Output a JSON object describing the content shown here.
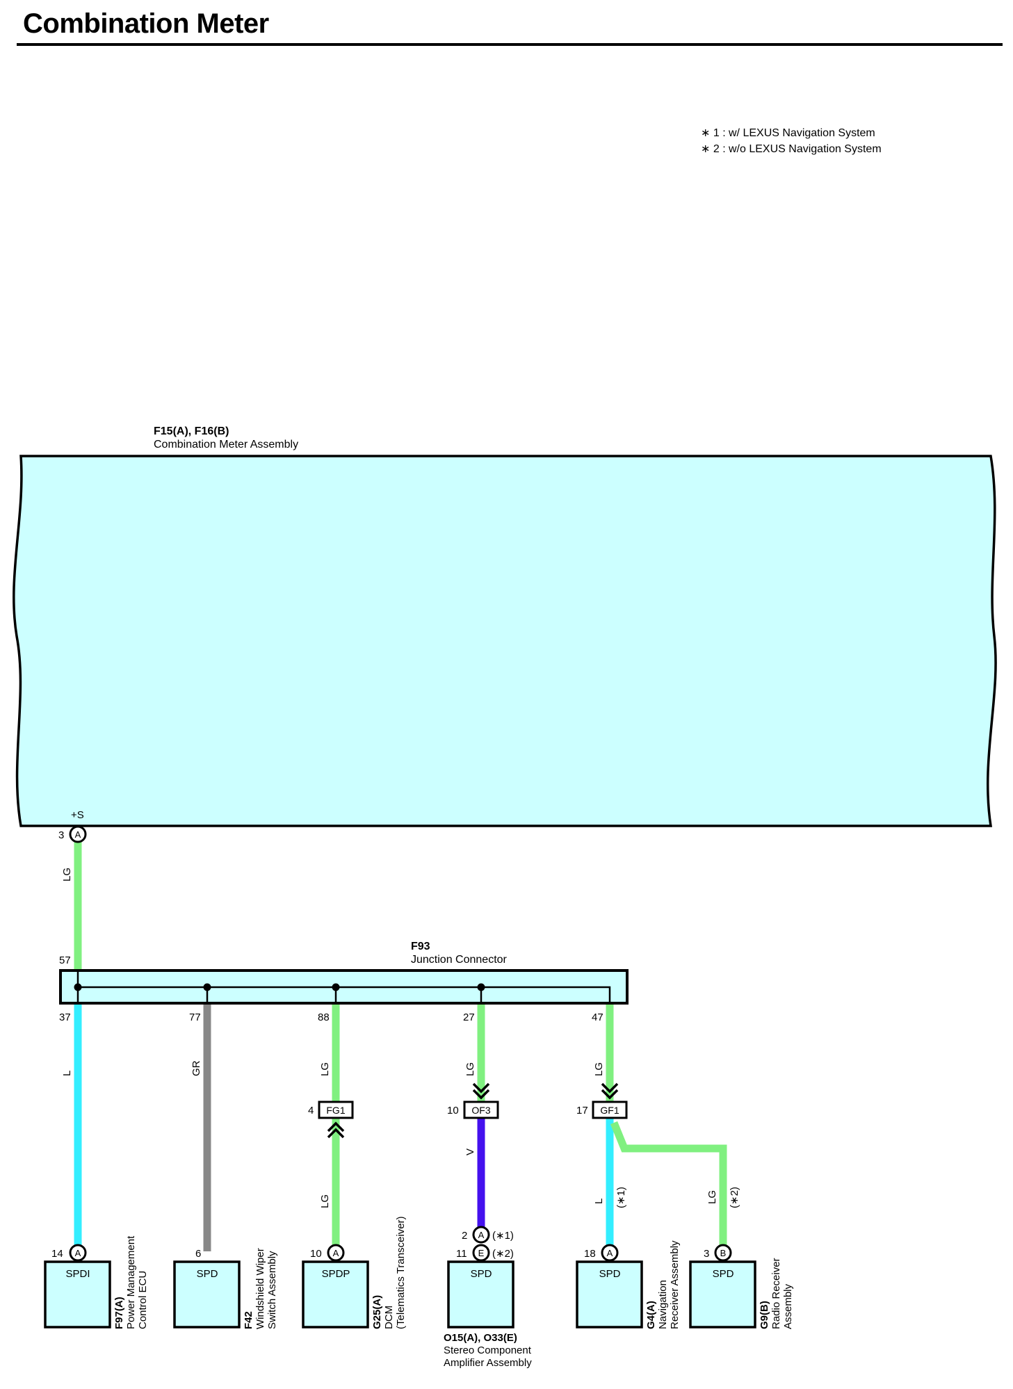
{
  "title": "Combination Meter",
  "notes": [
    {
      "mark": "∗ 1 :",
      "text": "w/ LEXUS Navigation System"
    },
    {
      "mark": "∗ 2 :",
      "text": "w/o LEXUS Navigation System"
    }
  ],
  "meter": {
    "code": "F15(A), F16(B)",
    "name": "Combination Meter Assembly",
    "terminal_label": "+S",
    "pin": "3",
    "conn": "A"
  },
  "wires": {
    "meter_to_junction": "LG",
    "b1": "L",
    "b2": "GR",
    "b3a": "LG",
    "b3b": "LG",
    "b4a": "LG",
    "b4b": "V",
    "b5a": "LG",
    "b5b": "L",
    "b5c": "LG"
  },
  "junction": {
    "code": "F93",
    "name": "Junction Connector",
    "in_pin": "57",
    "pins": [
      "37",
      "77",
      "88",
      "27",
      "47"
    ]
  },
  "inline_connectors": [
    {
      "pin": "4",
      "code": "FG1"
    },
    {
      "pin": "10",
      "code": "OF3"
    },
    {
      "pin": "17",
      "code": "GF1"
    }
  ],
  "notes_on_wires": {
    "b5_left": "(∗1)",
    "b5_right": "(∗2)",
    "b4_top": "(∗1)",
    "b4_bottom": "(∗2)"
  },
  "components": [
    {
      "terminal": "SPDI",
      "pin": "14",
      "conn": "A",
      "code": "F97(A)",
      "name_line1": "Power Management",
      "name_line2": "Control ECU"
    },
    {
      "terminal": "SPD",
      "pin": "6",
      "conn": "",
      "code": "F42",
      "name_line1": "Windshield Wiper",
      "name_line2": "Switch Assembly"
    },
    {
      "terminal": "SPDP",
      "pin": "10",
      "conn": "A",
      "code": "G25(A)",
      "name_line1": "DCM",
      "name_line2": "(Telematics Transceiver)"
    },
    {
      "terminal": "SPD",
      "pin": "2",
      "conn": "A",
      "pin2": "11",
      "conn2": "E",
      "code": "O15(A), O33(E)",
      "name_line1": "Stereo Component",
      "name_line2": "Amplifier Assembly"
    },
    {
      "terminal": "SPD",
      "pin": "18",
      "conn": "A",
      "code": "G4(A)",
      "name_line1": "Navigation",
      "name_line2": "Receiver Assembly"
    },
    {
      "terminal": "SPD",
      "pin": "3",
      "conn": "B",
      "code": "G9(B)",
      "name_line1": "Radio Receiver",
      "name_line2": "Assembly"
    }
  ],
  "colors": {
    "body_fill": "#ccffff",
    "wire_LG": "#80f080",
    "wire_L": "#33eeff",
    "wire_GR": "#888888",
    "wire_V": "#4411ee",
    "outline": "#000000"
  }
}
